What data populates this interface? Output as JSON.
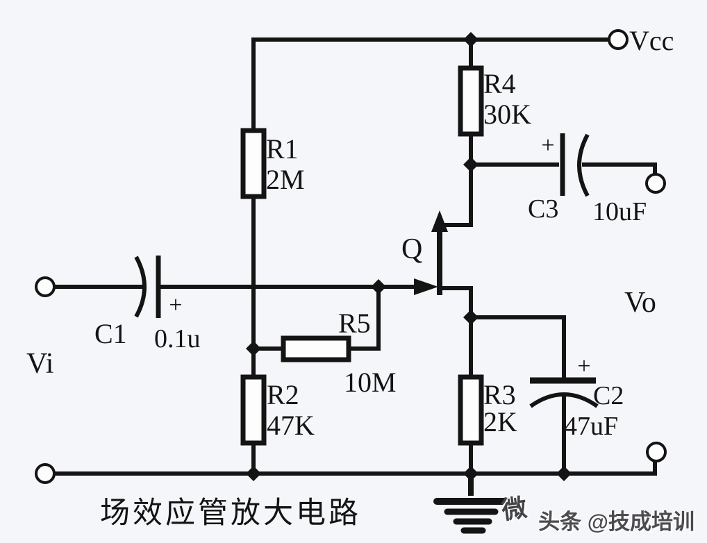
{
  "title": "场效应管放大电路",
  "terminals": {
    "vcc": "Vcc",
    "vi": "Vi",
    "vo": "Vo"
  },
  "transistor": {
    "name": "Q"
  },
  "components": {
    "r1": {
      "name": "R1",
      "value": "2M"
    },
    "r2": {
      "name": "R2",
      "value": "47K"
    },
    "r3": {
      "name": "R3",
      "value": "2K"
    },
    "r4": {
      "name": "R4",
      "value": "30K"
    },
    "r5": {
      "name": "R5",
      "value": "10M"
    },
    "c1": {
      "name": "C1",
      "value": "0.1u",
      "polarity": "+"
    },
    "c2": {
      "name": "C2",
      "value": "47uF",
      "polarity": "+"
    },
    "c3": {
      "name": "C3",
      "value": "10uF",
      "polarity": "+"
    }
  },
  "watermarks": {
    "brand": "头条 @技成培训",
    "overlay": "微"
  },
  "colors": {
    "wire": "#141414",
    "background": "#f5f6f9",
    "watermark": "#4b4b50"
  }
}
